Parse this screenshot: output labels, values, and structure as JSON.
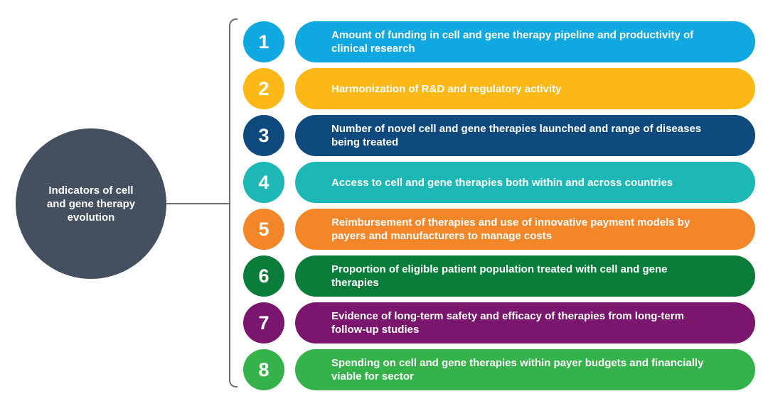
{
  "hub": {
    "label": "Indicators of cell\nand gene therapy\nevolution"
  },
  "indicators": [
    {
      "number": "1",
      "text": "Amount of funding in cell and gene therapy pipeline and productivity of clinical research",
      "color": "#10a8e0"
    },
    {
      "number": "2",
      "text": "Harmonization of R&D and regulatory activity",
      "color": "#fbb817"
    },
    {
      "number": "3",
      "text": "Number of novel cell and gene therapies launched and range of diseases being treated",
      "color": "#0e4a7d"
    },
    {
      "number": "4",
      "text": "Access to cell and gene therapies both within and across countries",
      "color": "#1db8b6"
    },
    {
      "number": "5",
      "text": "Reimbursement of therapies and use of innovative payment models by payers and manufacturers to manage costs",
      "color": "#f4862a"
    },
    {
      "number": "6",
      "text": "Proportion of eligible patient population treated with cell and gene therapies",
      "color": "#0b7d3b"
    },
    {
      "number": "7",
      "text": "Evidence of long-term safety and efficacy of therapies from long-term follow-up studies",
      "color": "#7b166e"
    },
    {
      "number": "8",
      "text": "Spending on cell and gene therapies within payer budgets and financially viable for sector",
      "color": "#35b34a"
    }
  ]
}
